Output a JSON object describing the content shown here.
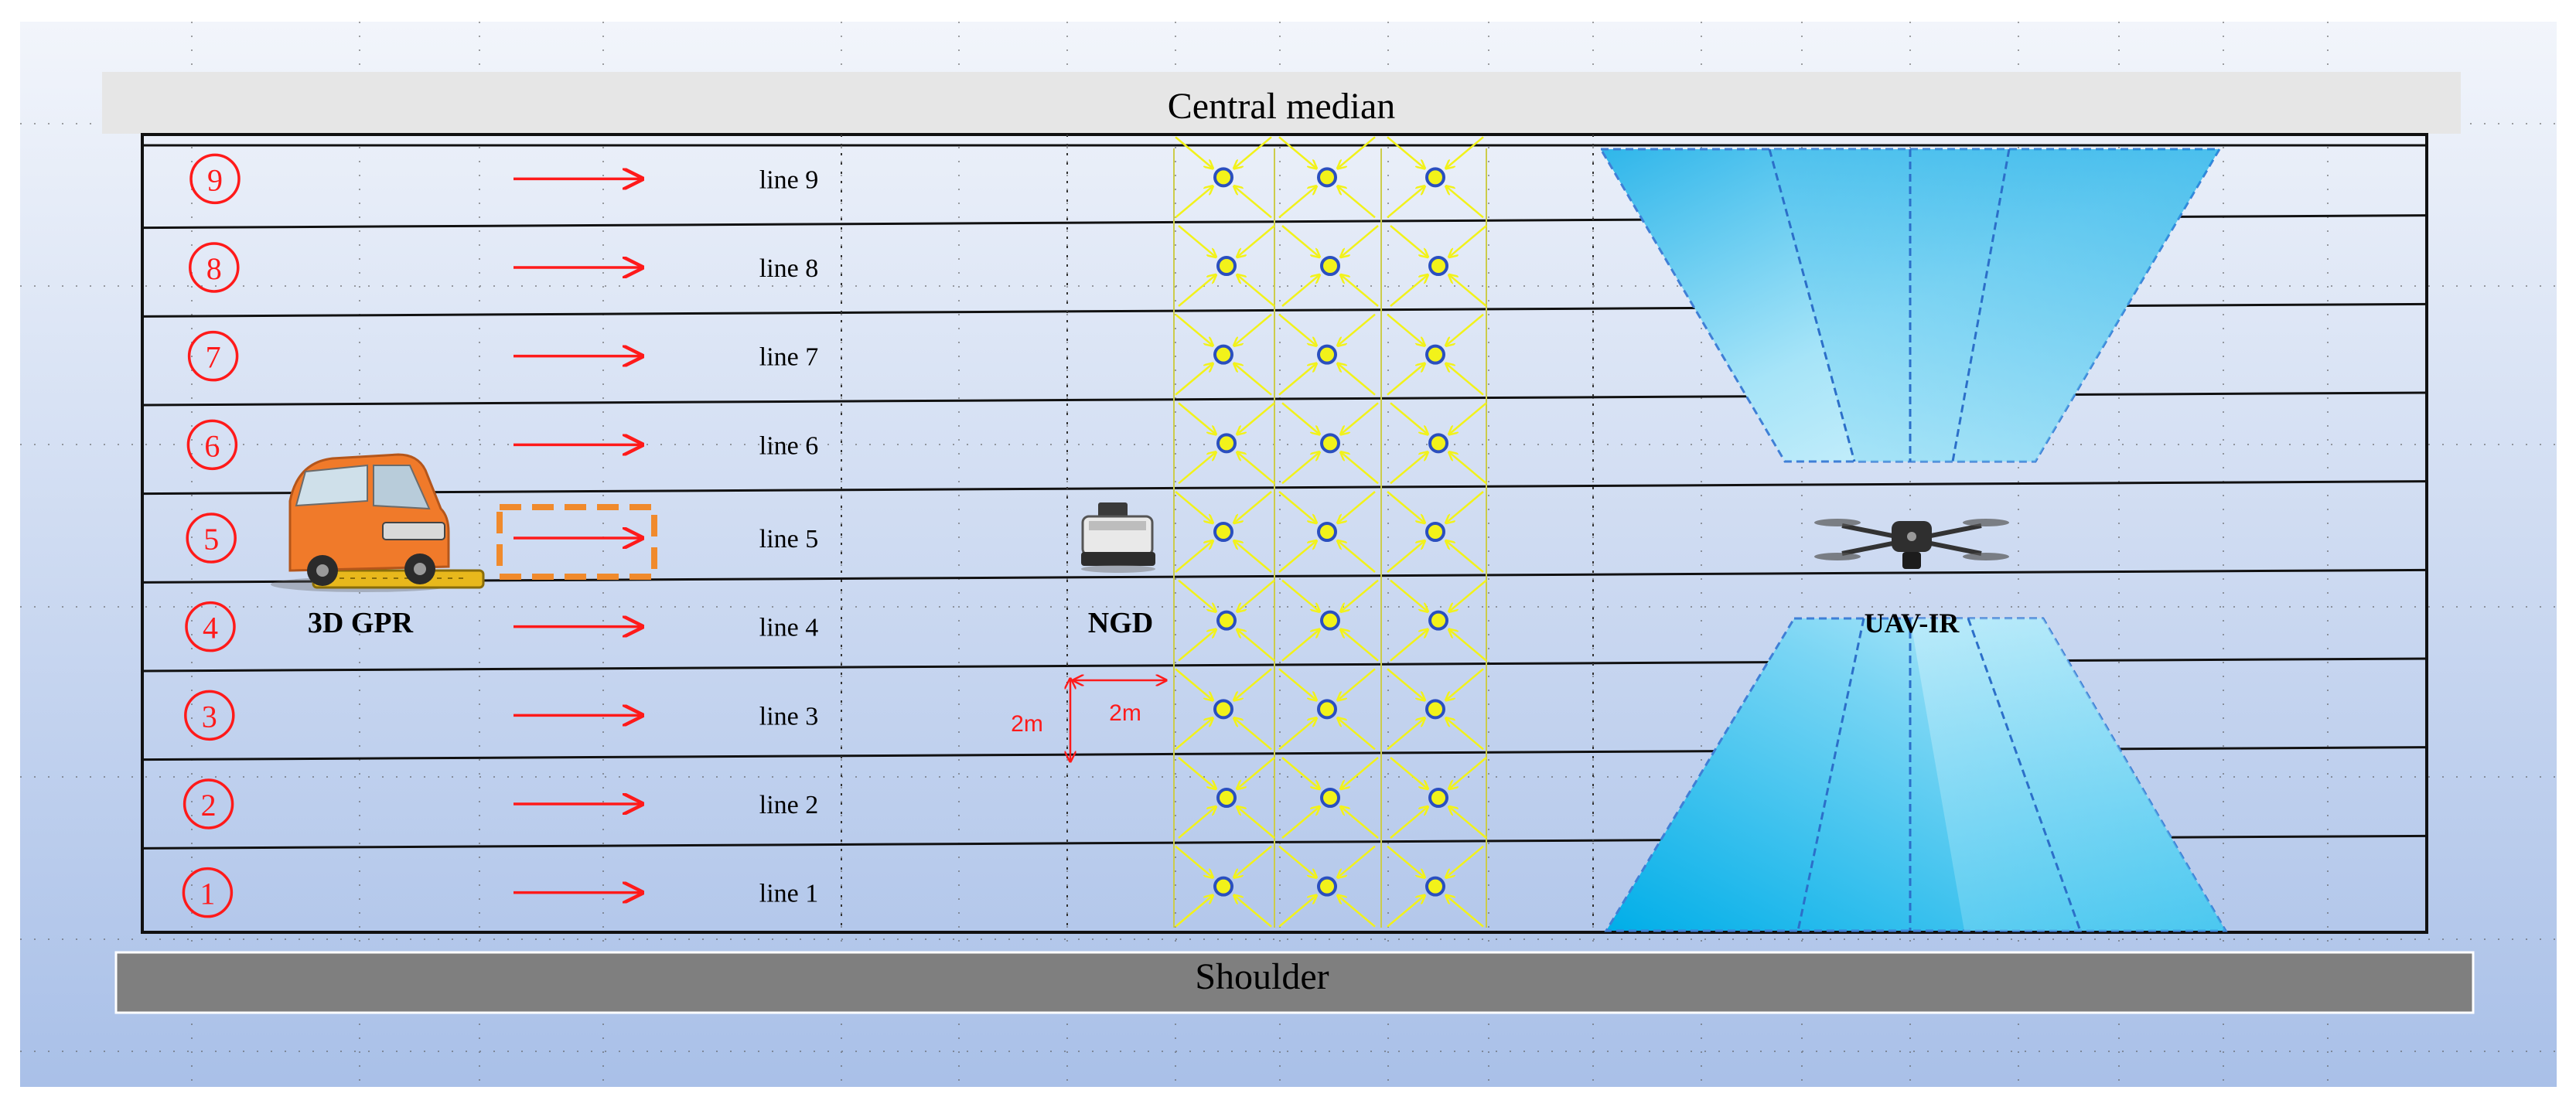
{
  "bands": {
    "top_label": "Central median",
    "bottom_label": "Shoulder"
  },
  "lines": [
    {
      "number": "9",
      "label": "line 9"
    },
    {
      "number": "8",
      "label": "line 8"
    },
    {
      "number": "7",
      "label": "line 7"
    },
    {
      "number": "6",
      "label": "line 6"
    },
    {
      "number": "5",
      "label": "line 5"
    },
    {
      "number": "4",
      "label": "line 4"
    },
    {
      "number": "3",
      "label": "line 3"
    },
    {
      "number": "2",
      "label": "line 2"
    },
    {
      "number": "1",
      "label": "line 1"
    }
  ],
  "equipment": {
    "gpr_label": "3D GPR",
    "ngd_label": "NGD",
    "uav_label": "UAV-IR"
  },
  "dimensions": {
    "horizontal": "2m",
    "vertical": "2m"
  },
  "colors": {
    "background_top": "#eef2fa",
    "background_bottom": "#aec4ea",
    "median_band": "#e6e6e6",
    "shoulder_band": "#7f7f7f",
    "arrow_red": "#ff1a1a",
    "gpr_box_orange": "#f08a2c",
    "ngd_grid_yellow": "#f2f21a",
    "ngd_point_fill": "#f2f21a",
    "ngd_point_stroke": "#2a4fbf",
    "uav_blue_light": "#c8f0fb",
    "uav_blue_dark": "#00a6e6"
  },
  "icons": {
    "gpr_vehicle": "orange-van-icon",
    "ngd_device": "ngd-device-icon",
    "uav": "drone-icon"
  }
}
